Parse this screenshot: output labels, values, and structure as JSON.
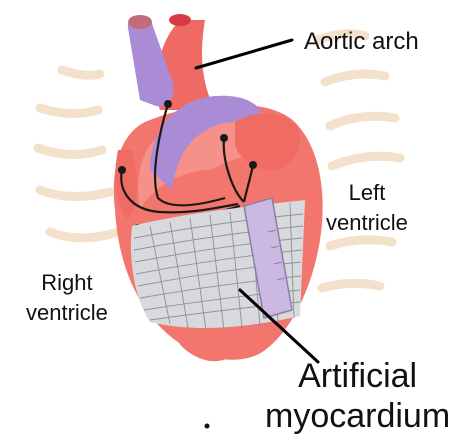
{
  "diagram": {
    "labels": {
      "aortic_arch": "Aortic arch",
      "left_ventricle": [
        "Left",
        "ventricle"
      ],
      "right_ventricle": [
        "Right",
        "ventricle"
      ],
      "artificial_myocardium": [
        "Artificial",
        "myocardium"
      ]
    },
    "colors": {
      "heart": "#f2766d",
      "heart_light": "#f7a49c",
      "vessel": "#a98bd6",
      "mesh": "#c9cbd0",
      "rib": "#f3dcc4"
    }
  }
}
